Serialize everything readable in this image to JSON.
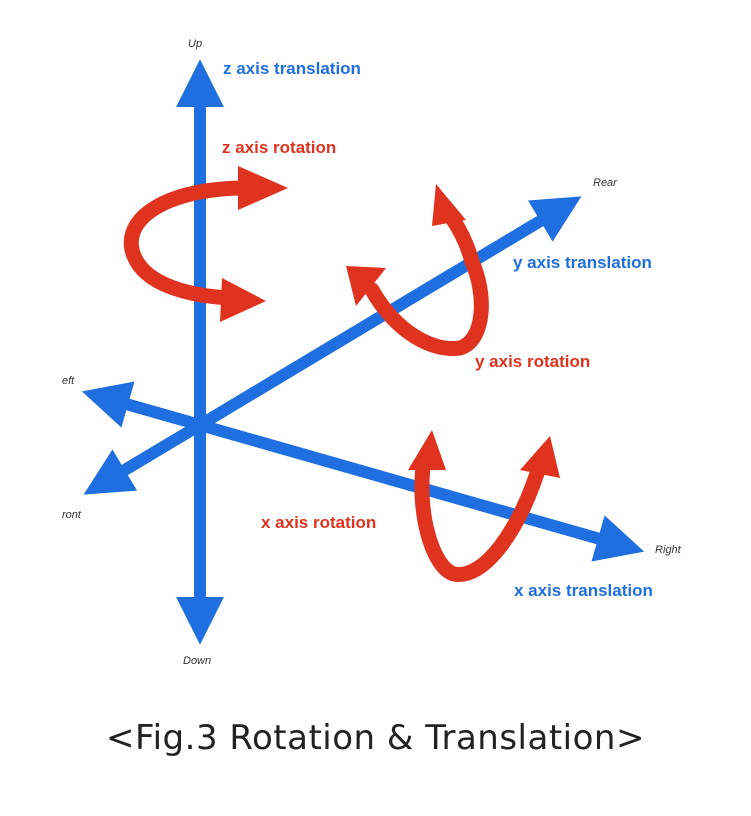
{
  "colors": {
    "translation": "#1f6fe0",
    "rotation": "#e0331f",
    "direction_text": "#333333",
    "caption_text": "#222222"
  },
  "directions": {
    "up": "Up",
    "down": "Down",
    "left": "eft",
    "right": "Right",
    "front": "ront",
    "rear": "Rear"
  },
  "labels": {
    "z_translation": "z axis translation",
    "z_rotation": "z axis rotation",
    "y_translation": "y axis translation",
    "y_rotation": "y axis rotation",
    "x_rotation": "x axis rotation",
    "x_translation": "x axis translation"
  },
  "caption": "<Fig.3 Rotation & Translation>"
}
